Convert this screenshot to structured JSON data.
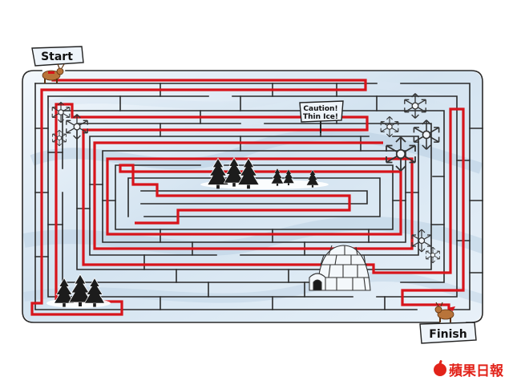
{
  "labels": {
    "start": "Start",
    "finish": "Finish",
    "caution_line1": "Caution!",
    "caution_line2": "Thin Ice!"
  },
  "credit": {
    "text": "蘋果日報",
    "icon": "apple-icon"
  },
  "colors": {
    "wall": "#2a2a2a",
    "solution": "#d7141b",
    "ice_light": "#eaf3fb",
    "ice_mid": "#c9dcec",
    "sign": "#eef4fa",
    "credit": "#e2231a"
  },
  "icons": [
    "reindeer-icon",
    "snowflake-icon",
    "pine-tree-icon",
    "igloo-icon"
  ]
}
